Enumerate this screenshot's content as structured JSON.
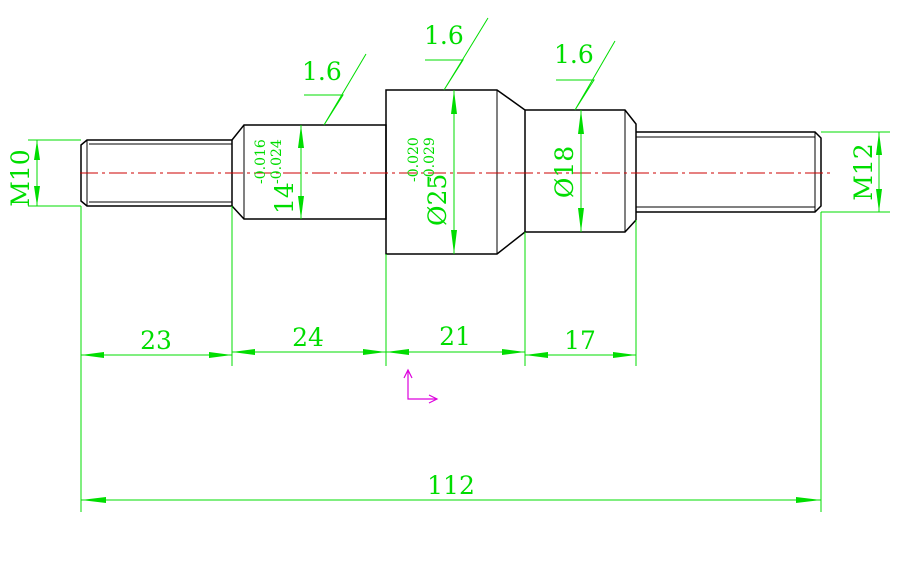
{
  "colors": {
    "outline": "#000000",
    "dimension": "#00dd00",
    "centerline": "#cc0000",
    "ucs": "#dd00dd",
    "background": "#ffffff"
  },
  "roughness": [
    {
      "value": "1.6"
    },
    {
      "value": "1.6"
    },
    {
      "value": "1.6"
    }
  ],
  "diameters": {
    "left_thread": "M10",
    "right_thread": "M12",
    "journal_base": "14",
    "journal_upper": "-0.016",
    "journal_lower": "-0.024",
    "collar_base": "Ø25",
    "collar_upper": "-0.020",
    "collar_lower": "-0.029",
    "shoulder": "Ø18"
  },
  "lengths": [
    {
      "value": "23"
    },
    {
      "value": "24"
    },
    {
      "value": "21"
    },
    {
      "value": "17"
    }
  ],
  "overall_length": "112"
}
